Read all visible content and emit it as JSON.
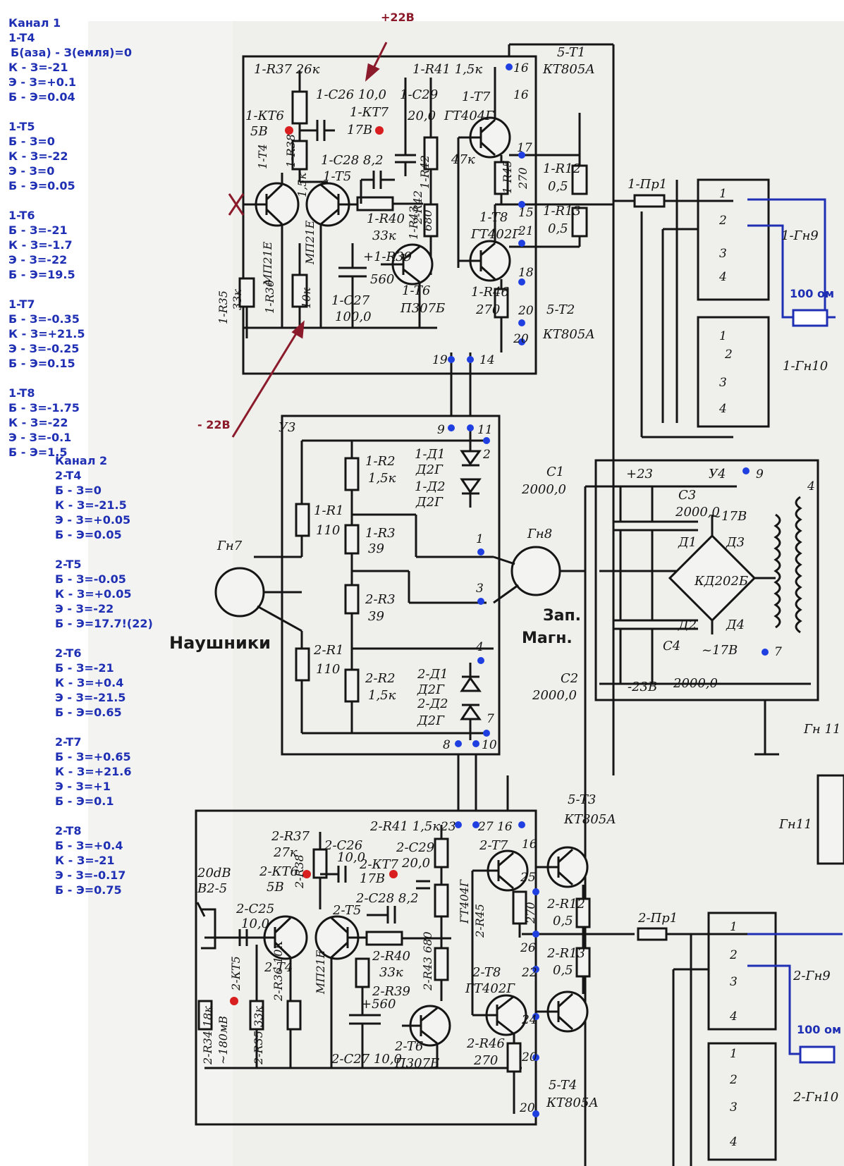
{
  "channel1": {
    "title": "Канал 1",
    "transistors": [
      {
        "name": "1-T4",
        "lines": [
          "Б(аза) - З(емля)=0",
          "К - З=-21",
          "Э - З=+0.1",
          "Б - Э=0.04"
        ]
      },
      {
        "name": "1-T5",
        "lines": [
          "Б - З=0",
          "К - З=-22",
          "Э - З=0",
          "Б - Э=0.05"
        ]
      },
      {
        "name": "1-T6",
        "lines": [
          "Б - З=-21",
          "К - З=-1.7",
          "Э - З=-22",
          "Б - Э=19.5"
        ]
      },
      {
        "name": "1-T7",
        "lines": [
          "Б - З=-0.35",
          "К - З=+21.5",
          "Э - З=-0.25",
          "Б - Э=0.15"
        ]
      },
      {
        "name": "1-T8",
        "lines": [
          "Б - З=-1.75",
          "К - З=-22",
          "Э - З=-0.1",
          "Б - Э=1.5"
        ]
      }
    ]
  },
  "channel2": {
    "title": "Канал 2",
    "transistors": [
      {
        "name": "2-T4",
        "lines": [
          "Б - З=0",
          "К - З=-21.5",
          "Э - З=+0.05",
          "Б - Э=0.05"
        ]
      },
      {
        "name": "2-T5",
        "lines": [
          "Б - З=-0.05",
          "К - З=+0.05",
          "Э - З=-22",
          "Б - Э=17.7!(22)"
        ]
      },
      {
        "name": "2-T6",
        "lines": [
          "Б - З=-21",
          "К - З=+0.4",
          "Э - З=-21.5",
          "Б - Э=0.65"
        ]
      },
      {
        "name": "2-T7",
        "lines": [
          "Б - З=+0.65",
          "К - З=+21.6",
          "Э - З=+1",
          "Б - Э=0.1"
        ]
      },
      {
        "name": "2-T8",
        "lines": [
          "Б - З=+0.4",
          "К - З=-21",
          "Э - З=-0.17",
          "Б - Э=0.75"
        ]
      }
    ]
  },
  "annotations": {
    "plus22": "+22В",
    "minus22": "- 22В",
    "headphones": "Наушники",
    "rec1": "Зап.",
    "rec2": "Магн.",
    "load1": "100 ом",
    "load2": "100 ом"
  },
  "schematic_labels": {
    "r37_1": "1-R37 26к",
    "r41_1": "1-R41 1,5к",
    "t1": "5-T1",
    "t1type": "КТ805А",
    "c26_1": "1-C26 10,0",
    "c29_1": "1-C29",
    "c29v_1": "20,0",
    "t7_1": "1-T7",
    "t7type_1": "ГТ404Г",
    "kt6_1": "1-КТ6",
    "kt6v_1": "5В",
    "kt7_1": "1-КТ7",
    "kt7v_1": "17В",
    "c28_1": "1-C28 8,2",
    "t5_1": "1-T5",
    "r42_1": "1-R42",
    "r42v_1": "47к",
    "r45_1": "1-R45",
    "r45v_1": "270",
    "r12_1": "1-R12",
    "r12v_1": "0,5",
    "r13_1": "1-R13",
    "r13v_1": "0,5",
    "pr1_1": "1-Пр1",
    "r40_1": "1-R40",
    "r40v_1": "33к",
    "r43_1": "1-R43",
    "r43v_1": "680",
    "t8_1": "1-T8",
    "t8type_1": "ГТ402Г",
    "t4_1": "1-T4",
    "mp_1": "МП21Е",
    "mp2_1": "МП21Е",
    "r39_1": "+1-R39",
    "r39v_1": "560",
    "t6_1": "1-T6",
    "t6type_1": "П307Б",
    "r46_1": "1-R46",
    "r46v_1": "270",
    "t2": "5-T2",
    "t2type": "КТ805А",
    "c27_1": "1-C27",
    "c27v_1": "100,0",
    "r35_1": "1-R35",
    "r35v_1": "33к",
    "r36_1": "1-R36",
    "r36v_1": "10к",
    "gn9_1": "1-Гн9",
    "gn10_1": "1-Гн10",
    "u3": "У3",
    "r2_1": "1-R2",
    "r2v_1": "1,5к",
    "d1_1": "1-Д1",
    "d1t_1": "Д2Г",
    "d2_1": "1-Д2",
    "d2t_1": "Д2Г",
    "r1_1": "1-R1",
    "r1v_1": "110",
    "r3_1": "1-R3",
    "r3v_1": "39",
    "r3_2": "2-R3",
    "r3v_2": "39",
    "r1_2": "2-R1",
    "r1v_2": "110",
    "r2_2": "2-R2",
    "r2v_2": "1,5к",
    "d1_2": "2-Д1",
    "d1t_2": "Д2Г",
    "d2_2": "2-Д2",
    "d2t_2": "Д2Г",
    "gn7": "Гн7",
    "gn8": "Гн8",
    "c1": "C1",
    "c1v": "2000,0",
    "c2": "C2",
    "c2v": "2000,0",
    "u4": "У4",
    "p23": "+23",
    "c3": "C3",
    "c3v": "2000,0",
    "v17a": "~17В",
    "d1": "Д1",
    "d3": "Д3",
    "kd": "КД202Б",
    "d2": "Д2",
    "d4": "Д4",
    "c4": "C4",
    "v17b": "~17В",
    "m23": "-23В",
    "c4v": "2000,0",
    "gn11": "Гн 11",
    "gn11b": "Гн11",
    "r41_2": "2-R41 1,5к",
    "t3": "5-T3",
    "t3type": "КТ805А",
    "r37_2": "2-R37",
    "r37v_2": "27к",
    "c26_2": "2-C26",
    "c26v_2": "10,0",
    "c29_2": "2-C29",
    "c29v_2": "20,0",
    "t7_2": "2-T7",
    "kt6_2": "2-КТ6",
    "kt6v_2": "5В",
    "kt7_2": "2-КТ7",
    "kt7v_2": "17В",
    "c28_2": "2-C28 8,2",
    "r38_2": "2-R38",
    "t5_2": "2-T5",
    "r42_2": "2-R42",
    "t7type_2": "ГТ404Г",
    "r45_2": "2-R45",
    "r45v_2": "270",
    "r12_2": "2-R12",
    "r12v_2": "0,5",
    "r13_2": "2-R13",
    "r13v_2": "0,5",
    "pr1_2": "2-Пр1",
    "db": "20dB",
    "b25": "В2-5",
    "c25_2": "2-C25",
    "c25v_2": "10,0",
    "t4_2": "2-T4",
    "r40_2": "2-R40",
    "r40v_2": "33к",
    "r43_2": "2-R43 680",
    "r39_2": "2-R39",
    "r39v_2": "+560",
    "t8_2": "2-T8",
    "t8type_2": "ГТ402Г",
    "t6_2": "2-T6",
    "t6type_2": "П307Б",
    "r46_2": "2-R46",
    "r46v_2": "270",
    "c27_2": "2-C27 10,0",
    "mp_2": "МП21Е",
    "r34_2": "2-R34 18к",
    "mv": "~180мВ",
    "kt5_2": "2-КТ5",
    "r35_2": "2-R35 33к",
    "r36_2": "2-R36 10К",
    "t4": "5-T4",
    "t4type": "КТ805А",
    "gn9_2": "2-Гн9",
    "gn10_2": "2-Гн10",
    "n16a": "16",
    "n16b": "16",
    "n17": "17",
    "n15": "15",
    "n21": "21",
    "n18": "18",
    "n20a": "20",
    "n20b": "20",
    "n19": "19",
    "n14": "14",
    "n9": "9",
    "n11": "11",
    "n2": "2",
    "n1": "1",
    "n3": "3",
    "n4": "4",
    "n7": "7",
    "n8": "8",
    "n10": "10",
    "n23": "23",
    "n27": "27",
    "n16c": "16",
    "n16d": "16",
    "n25": "25",
    "n26": "26",
    "n22": "22",
    "n24": "24",
    "n20c": "20",
    "n20d": "20",
    "n9b": "9",
    "n4b": "4",
    "n7b": "7",
    "j1": "1",
    "j2": "2",
    "j3": "3",
    "j4": "4",
    "k1": "1",
    "k2": "2",
    "k3": "3",
    "k4": "4",
    "m1": "1",
    "m2": "2",
    "m3": "3",
    "m4": "4",
    "q1": "1",
    "q2": "2",
    "q3": "3",
    "q4": "4"
  }
}
